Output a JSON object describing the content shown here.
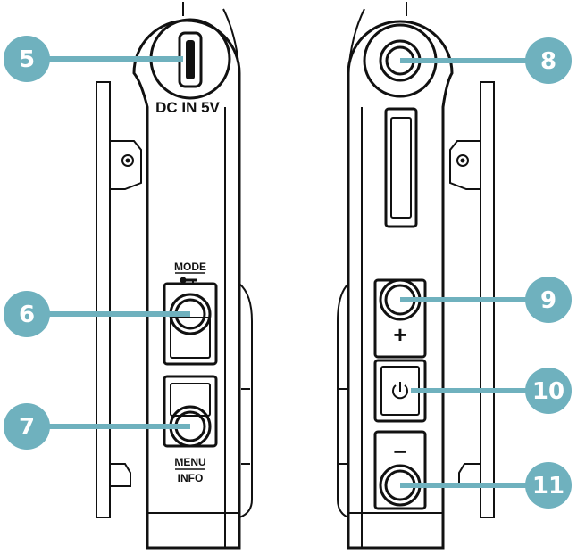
{
  "labels": {
    "dc_in": "DC IN 5V",
    "mode": "MODE",
    "menu": "MENU",
    "info": "INFO",
    "plus": "+",
    "minus": "−"
  },
  "callouts": {
    "c5": "5",
    "c6": "6",
    "c7": "7",
    "c8": "8",
    "c9": "9",
    "c10": "10",
    "c11": "11"
  },
  "colors": {
    "callout": "#6fb1be",
    "outline": "#111111",
    "background": "#ffffff"
  }
}
